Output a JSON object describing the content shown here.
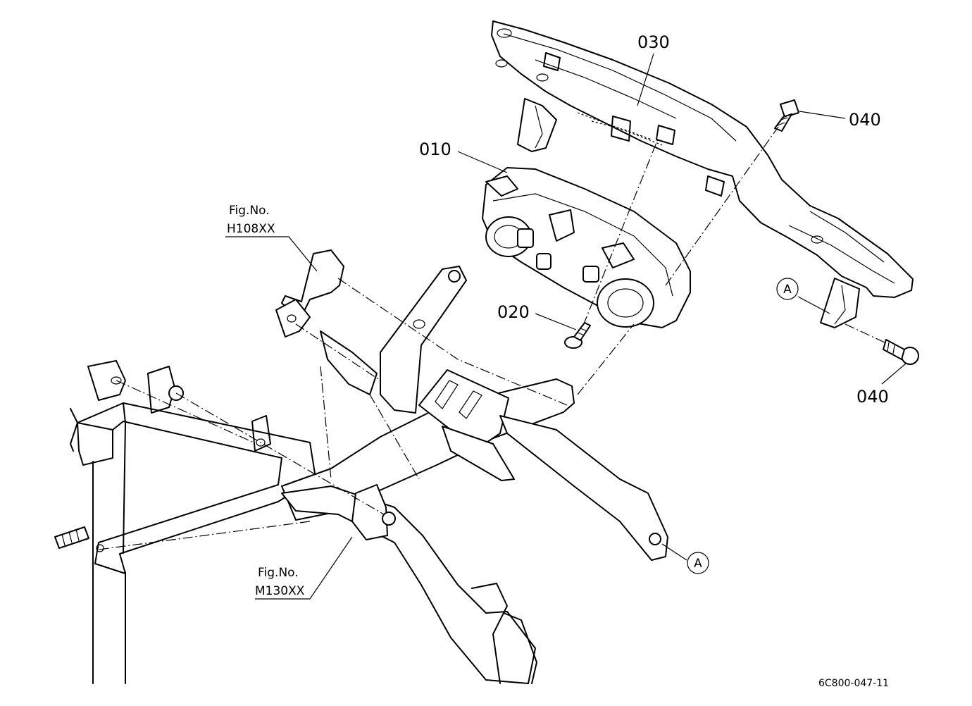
{
  "callouts": {
    "p030": "030",
    "p040_top": "040",
    "p010": "010",
    "p020": "020",
    "p040_bottom": "040"
  },
  "refs": {
    "top_fig": "Fig.No.",
    "top_code": "H108XX",
    "bottom_fig": "Fig.No.",
    "bottom_code": "M130XX"
  },
  "markers": {
    "right": "A",
    "lower": "A"
  },
  "drawing_id": "6C800-047-11"
}
